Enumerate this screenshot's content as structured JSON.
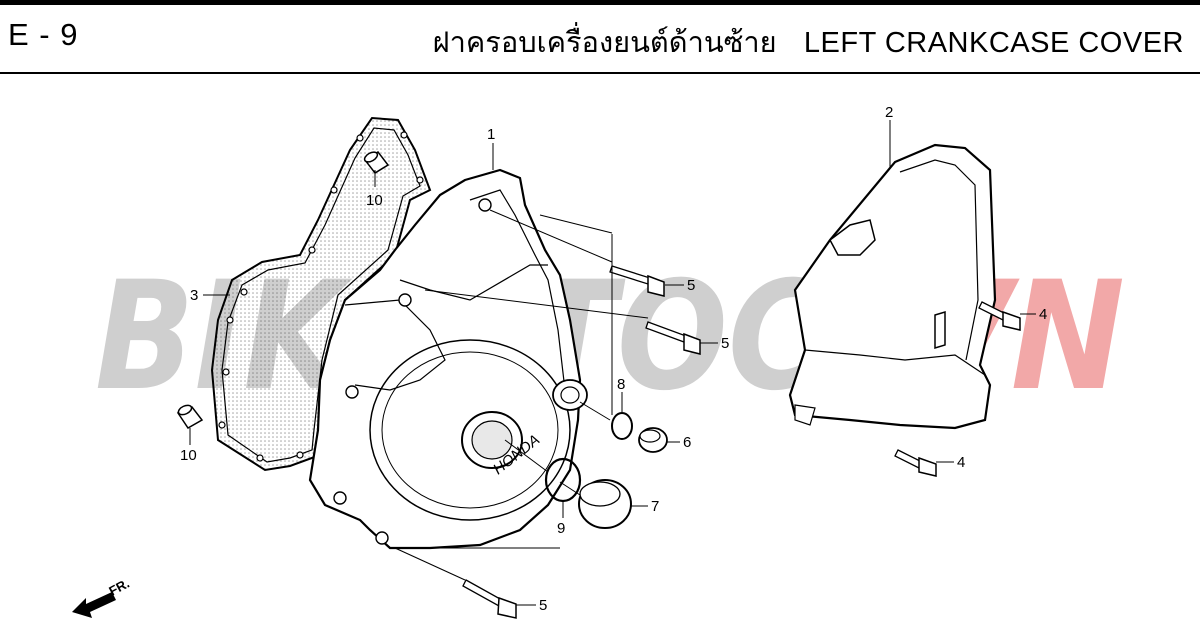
{
  "header": {
    "page_code": "E - 9",
    "title_thai": "ฝาครอบเครื่องยนต์ด้านซ้าย",
    "title_en": "LEFT CRANKCASE COVER"
  },
  "watermark": {
    "text_gray": "BIKESTOCK",
    "text_red": "VN",
    "color_gray": "#cfcfcf",
    "color_red": "#f2a8a8"
  },
  "parts": [
    {
      "number": "1"
    },
    {
      "number": "2"
    },
    {
      "number": "3"
    },
    {
      "number": "4"
    },
    {
      "number": "4"
    },
    {
      "number": "5"
    },
    {
      "number": "5"
    },
    {
      "number": "5"
    },
    {
      "number": "6"
    },
    {
      "number": "7"
    },
    {
      "number": "8"
    },
    {
      "number": "9"
    },
    {
      "number": "10"
    },
    {
      "number": "10"
    }
  ],
  "cover_emblem": "HONDA",
  "front_arrow": {
    "label": "FR.",
    "icon": "front-direction-arrow-icon"
  }
}
